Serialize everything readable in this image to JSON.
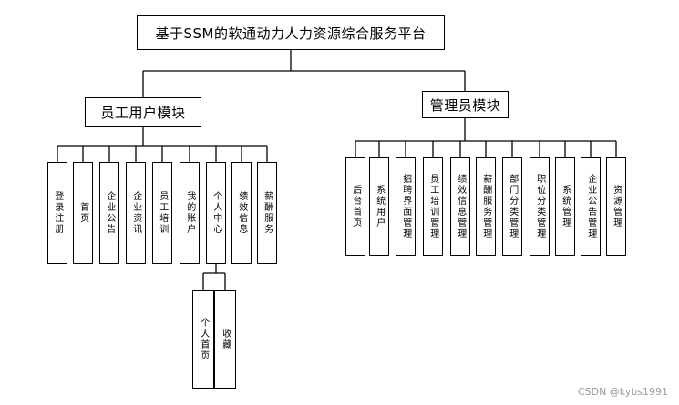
{
  "root": "基于SSM的软通动力人力资源综合服务平台",
  "employee": {
    "title": "员工用户模块",
    "items": [
      "登录注册",
      "首页",
      "企业公告",
      "企业资讯",
      "员工培训",
      "我的账户",
      "个人中心",
      "绩效信息",
      "薪酬服务"
    ],
    "sub_items": [
      "个人首页",
      "收藏"
    ]
  },
  "admin": {
    "title": "管理员模块",
    "items": [
      "后台首页",
      "系统用户",
      "招聘界面管理",
      "员工培训管理",
      "绩效信息管理",
      "薪酬服务管理",
      "部门分类管理",
      "职位分类管理",
      "系统管理",
      "企业公告管理",
      "资源管理"
    ]
  },
  "watermark": "CSDN @kybs1991"
}
